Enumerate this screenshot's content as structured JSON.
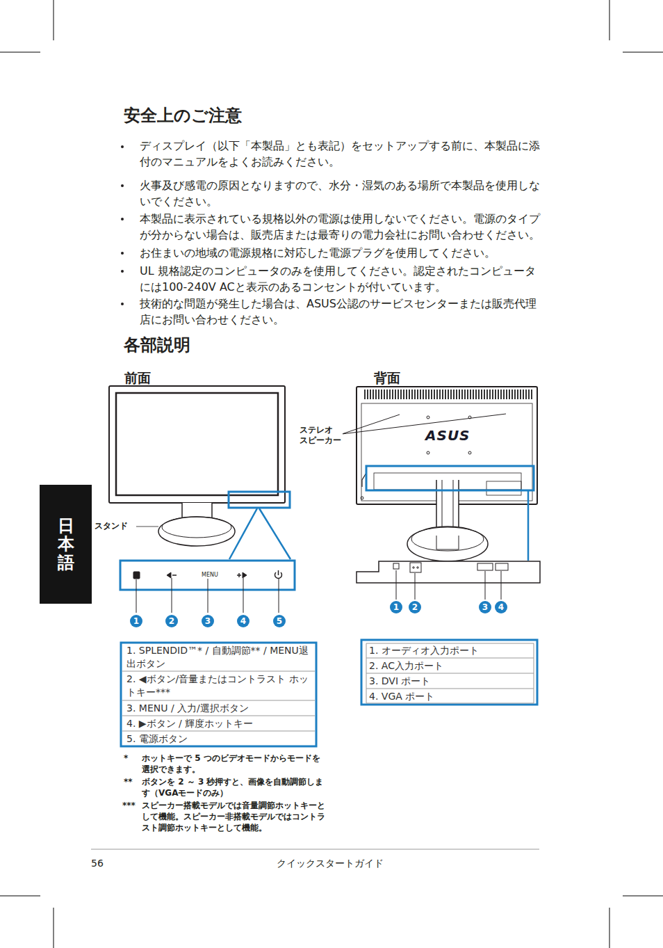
{
  "diagram": {
    "title": "安全上のご注意",
    "nodes": [
      {
        "text": [
          "日本語"
        ]
      }
    ],
    "labels": [
      "ディスプレイ（以下「本製品」とも表記）をセットアップする前に、本製品に添付のマニュアルをよくお読みください。",
      "火事及び感電の原因となりますので、水分・湿気のある場所で本製品を使用しないでください。",
      "本製品に表示されている規格以外の電源は使用しないでください。電源のタイプが分からない場合は、販売店または最寄りの電力会社にお問い合わせください。",
      "お住まいの地域の電源規格に対応した電源プラグを使用してください。",
      "UL 規格認定のコンピュータのみを使用してください。認定されたコンピュータには100-240V ACと表示のあるコンセントが付いています。",
      "技術的な問題が発生した場合は、ASUS公認のサービスセンターまたは販売代理店にお問い合わせください。",
      "各部説明",
      "前面",
      "背面",
      "ステレオ スピーカー",
      "ASUS",
      "スタンド",
      "MENU",
      "1",
      "2",
      "3",
      "4",
      "5",
      "1",
      "2",
      "3",
      "4",
      "1. SPLENDID™* / 自動調節** / MENU退出ボタン",
      "2. ◀ボタン/音量またはコントラスト ホットキー***",
      "3. MENU / 入力/選択ボタン",
      "4. ▶ボタン / 輝度ホットキー",
      "5. 電源ボタン",
      "1. オーディオ入力ポート",
      "2. AC入力ポート",
      "3. DVI ポート",
      "4. VGA ポート",
      "*",
      "ホットキーで 5 つのビデオモードからモードを選択できます。",
      "**",
      "ボタンを 2 ～ 3 秒押すと、画像を自動調節します（VGAモードのみ）",
      "***",
      "スピーカー搭載モデルでは音量調節ホットキーとして機能。スピーカー非搭載モデルではコントラスト調節ホットキーとして機能。",
      "56",
      "クイックスタートガイド"
    ]
  }
}
